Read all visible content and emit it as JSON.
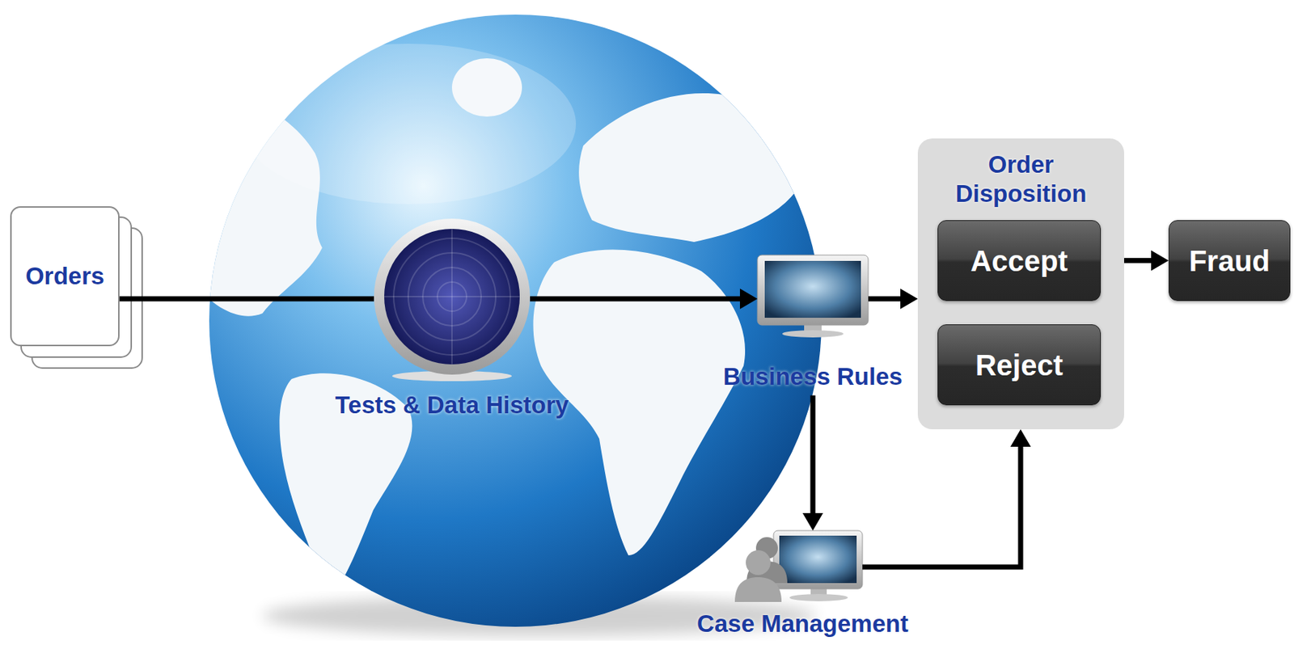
{
  "diagram": {
    "nodes": [
      {
        "text": [
          "Orders"
        ]
      },
      {
        "text": [
          "Tests & Data History"
        ]
      },
      {
        "text": [
          "Business Rules"
        ]
      },
      {
        "text": [
          "Order Disposition"
        ]
      },
      {
        "text": [
          "Accept"
        ],
        "in": 3
      },
      {
        "text": [
          "Reject"
        ],
        "in": 3
      },
      {
        "text": [
          "Fraud"
        ]
      },
      {
        "text": [
          "Case Management"
        ]
      }
    ],
    "edges": [
      {
        "from": 0,
        "to": 1,
        "arrow": "none"
      },
      {
        "from": 1,
        "to": 2,
        "arrow": "to"
      },
      {
        "from": 2,
        "to": 3,
        "arrow": "to"
      },
      {
        "from": 4,
        "to": 6,
        "arrow": "to"
      },
      {
        "from": 2,
        "to": 7,
        "arrow": "to"
      },
      {
        "from": 7,
        "to": 3,
        "arrow": "to"
      }
    ]
  }
}
